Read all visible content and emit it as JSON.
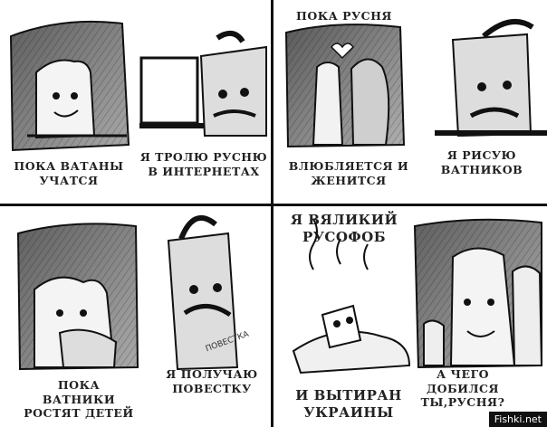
{
  "panels": [
    {
      "id": "top-left",
      "captions": [
        "ПОКА ВАТАНЫ УЧАТСЯ",
        "Я ТРОЛЮ РУСНЮ В ИНТЕРНЕТАХ"
      ]
    },
    {
      "id": "top-right",
      "captions": [
        "ПОКА РУСНЯ",
        "ВЛЮБЛЯЕТСЯ И ЖЕНИТСЯ",
        "Я РИСУЮ ВАТНИКОВ"
      ]
    },
    {
      "id": "bottom-left",
      "captions": [
        "ПОКА ВАТНИКИ РОСТЯТ ДЕТЕЙ",
        "Я ПОЛУЧАЮ ПОВЕСТКУ"
      ],
      "props": {
        "notice": "ПОВЕСТКА"
      }
    },
    {
      "id": "bottom-right",
      "captions": [
        "Я ВЯЛИКИЙ РУСОФОБ",
        "И ВЫТИРАН УКРАИНЫ",
        "А ЧЕГО ДОБИЛСЯ ТЫ,РУСНЯ?"
      ]
    }
  ],
  "watermark": "Fishki.net",
  "colors": {
    "ink": "#111111",
    "shade": "#8a8a8a",
    "paper": "#ffffff"
  }
}
